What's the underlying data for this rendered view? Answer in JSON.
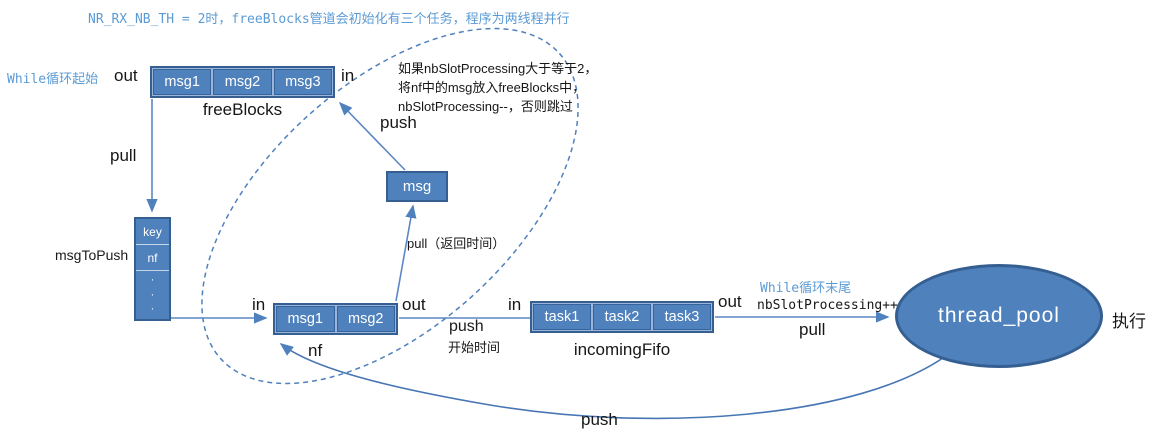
{
  "colors": {
    "box_fill": "#4f81bd",
    "box_border": "#365f91",
    "accent_text": "#5b9bd5",
    "arrow": "#4f81bd",
    "text": "#171717"
  },
  "top_note": "NR_RX_NB_TH = 2时，freeBlocks管道会初始化有三个任务，程序为两线程并行",
  "labels": {
    "while_start": "While循环起始",
    "out_freeblocks": "out",
    "in_freeblocks": "in",
    "pull_freeblocks": "pull",
    "push_to_freeblocks": "push",
    "pull_return": "pull（返回时间）",
    "msg_to_push": "msgToPush",
    "in_nf": "in",
    "out_nf": "out",
    "nf_caption": "nf",
    "push_start": "push",
    "start_time": "开始时间",
    "in_fifo": "in",
    "out_fifo": "out",
    "while_end": "While循环末尾",
    "nb_slot_inc": "nbSlotProcessing++",
    "pull_threadpool": "pull",
    "execute": "执行",
    "push_bottom": "push"
  },
  "annotation": {
    "line1": "如果nbSlotProcessing大于等于2，",
    "line2": "将nf中的msg放入freeBlocks中，",
    "line3": "nbSlotProcessing--，否则跳过"
  },
  "free_blocks": {
    "caption": "freeBlocks",
    "cells": [
      "msg1",
      "msg2",
      "msg3"
    ]
  },
  "msg_box": {
    "label": "msg"
  },
  "stack": {
    "cells": [
      "key",
      "nf"
    ],
    "dots": [
      "·",
      "·",
      "·"
    ]
  },
  "nf_queue": {
    "cells": [
      "msg1",
      "msg2"
    ]
  },
  "incoming_fifo": {
    "caption": "incomingFifo",
    "cells": [
      "task1",
      "task2",
      "task3"
    ]
  },
  "thread_pool": {
    "label": "thread_pool"
  }
}
